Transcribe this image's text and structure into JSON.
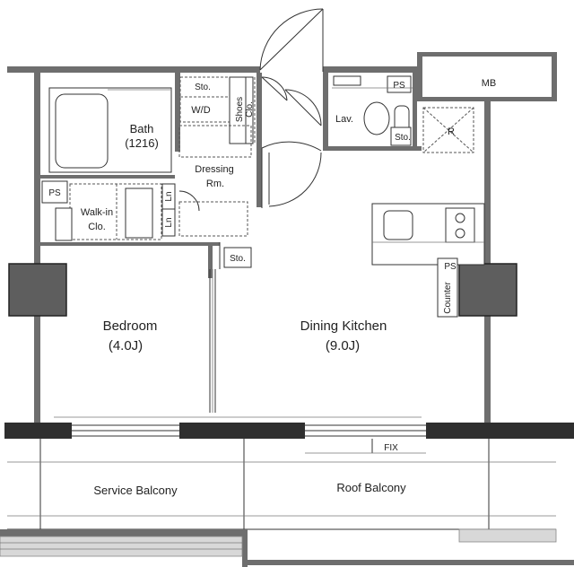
{
  "rooms": {
    "bath_name": "Bath",
    "bath_size": "(1216)",
    "wd": "W/D",
    "sto_bath": "Sto.",
    "shoes_line1": "Shoes",
    "shoes_line2": "Clo.",
    "lav": "Lav.",
    "ps_top": "PS",
    "mb": "MB",
    "sto_toilet": "Sto.",
    "r": "R",
    "dressing_line1": "Dressing",
    "dressing_line2": "Rm.",
    "ps_left": "PS",
    "walkin_line1": "Walk-in",
    "walkin_line2": "Clo.",
    "ln1": "Ln",
    "ln2": "Ln",
    "sto_mid": "Sto.",
    "ps_right": "PS",
    "counter": "Counter",
    "bedroom_name": "Bedroom",
    "bedroom_size": "(4.0J)",
    "dk_name": "Dining Kitchen",
    "dk_size": "(9.0J)",
    "fix": "FIX",
    "service_balcony": "Service Balcony",
    "roof_balcony": "Roof Balcony"
  },
  "colors": {
    "wall": "#6e6e6e",
    "wall_dark": "#2f2f2f",
    "column_fill": "#5e5e5e",
    "line": "#333333"
  }
}
